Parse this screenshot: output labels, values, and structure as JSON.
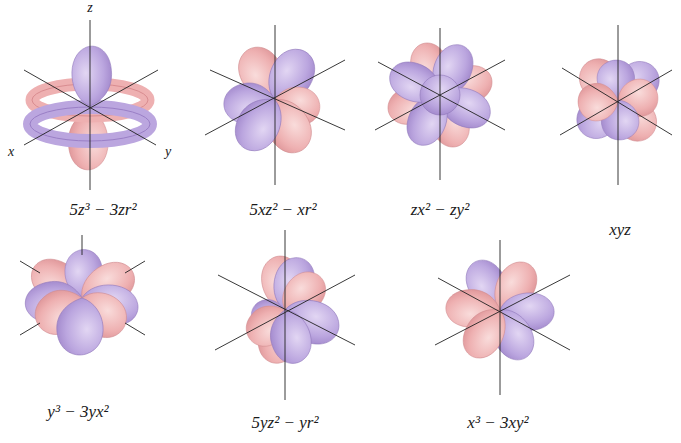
{
  "diagram": {
    "labels": [
      "z",
      "x",
      "y",
      "5z³ − 3zr²",
      "5xz² − xr²",
      "zx² − zy²",
      "xyz",
      "y³ − 3yx²",
      "5yz² − yr²",
      "x³ − 3xy²"
    ]
  }
}
